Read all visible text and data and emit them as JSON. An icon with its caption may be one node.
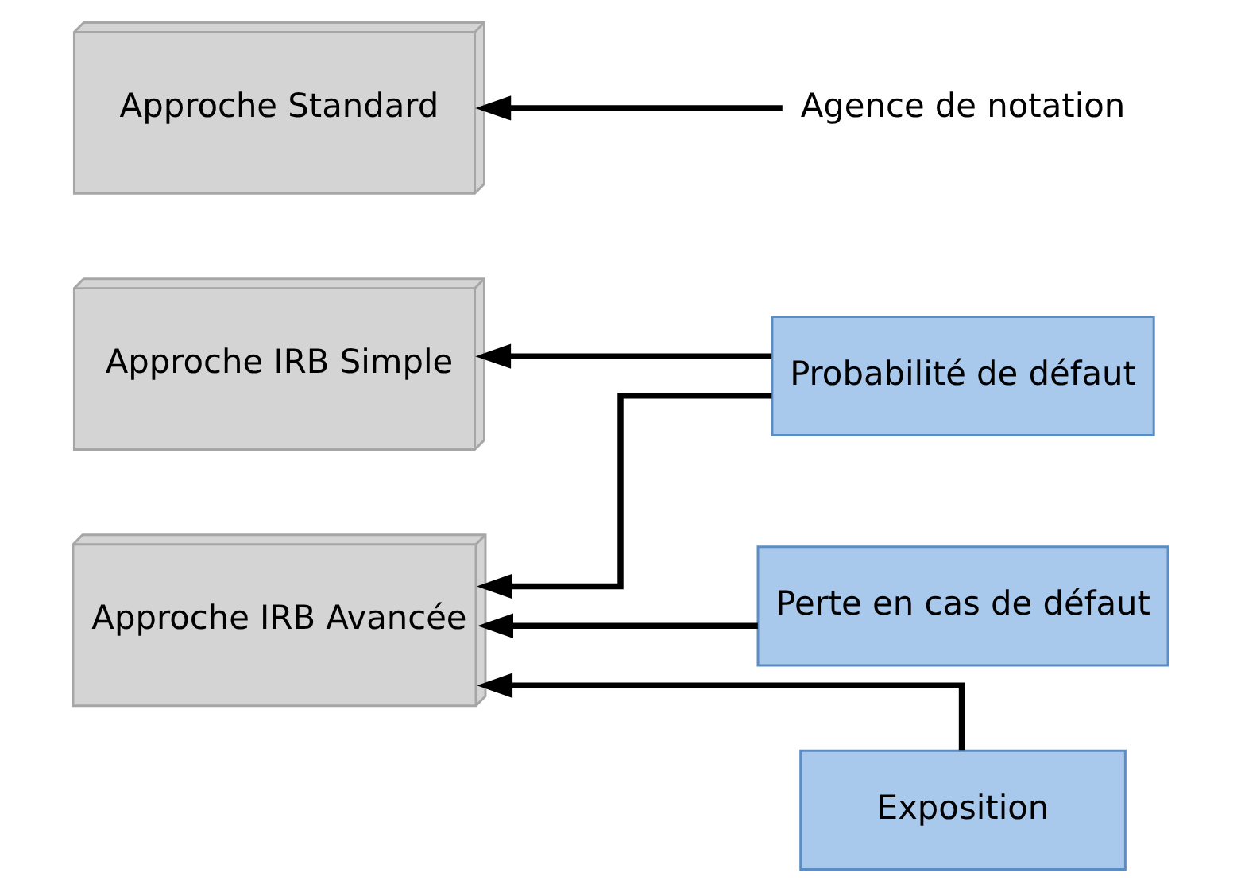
{
  "diagram": {
    "nodes": [
      {
        "text": [
          "Approche Standard"
        ]
      },
      {
        "text": [
          "Agence de notation"
        ]
      },
      {
        "text": [
          "Approche IRB Simple"
        ]
      },
      {
        "text": [
          "Approche IRB Avancée"
        ]
      },
      {
        "text": [
          "Probabilité de défaut"
        ]
      },
      {
        "text": [
          "Perte en cas de défaut"
        ]
      },
      {
        "text": [
          "Exposition"
        ]
      }
    ],
    "edges": [
      {
        "from": 1,
        "to": 0,
        "arrow": "to"
      },
      {
        "from": 4,
        "to": 2,
        "arrow": "to"
      },
      {
        "from": 4,
        "to": 3,
        "arrow": "to"
      },
      {
        "from": 5,
        "to": 3,
        "arrow": "to"
      },
      {
        "from": 6,
        "to": 3,
        "arrow": "to"
      }
    ]
  }
}
